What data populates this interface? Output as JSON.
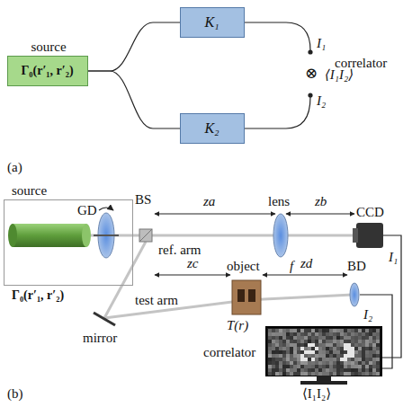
{
  "diagram": {
    "nodes": [
      {
        "text": [
          "source",
          "Γ₀(r′₁, r′₂)"
        ]
      },
      {
        "text": [
          "K₁"
        ]
      },
      {
        "text": [
          "K₂"
        ]
      },
      {
        "text": [
          "source",
          "Γ₀(r′₁, r′₂)"
        ]
      }
    ],
    "edges": [
      {
        "from": 0,
        "to": 1,
        "arrow": "none"
      },
      {
        "from": 0,
        "to": 2,
        "arrow": "none"
      }
    ],
    "labels": [
      "I₁",
      "correlator",
      "⊗",
      "⟨I₁I₂⟩",
      "I₂",
      "(a)",
      "GD",
      "BS",
      "za",
      "lens",
      "zb",
      "CCD",
      "ref. arm",
      "f",
      "I₁",
      "zc",
      "object",
      "zd",
      "BD",
      "test arm",
      "mirror",
      "I₂",
      "T(r)",
      "correlator",
      "⟨I₁I₂⟩",
      "(b)"
    ]
  }
}
